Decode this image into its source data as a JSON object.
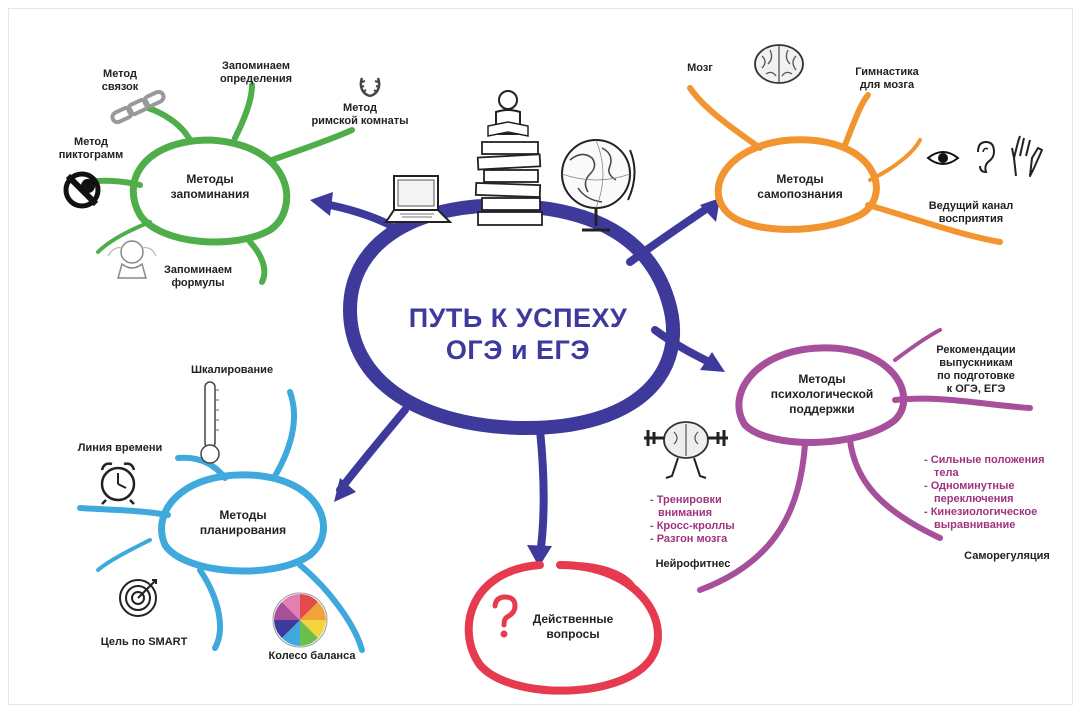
{
  "center": {
    "line1": "ПУТЬ К УСПЕХУ",
    "line2": "ОГЭ и ЕГЭ"
  },
  "colors": {
    "center": "#3d3a9c",
    "memory": "#4fae4a",
    "self": "#f29530",
    "planning": "#3fa9dd",
    "support": "#a64f9b",
    "questions": "#e63a4e"
  },
  "nodes": {
    "memory": {
      "line1": "Методы",
      "line2": "запоминания"
    },
    "self": {
      "line1": "Методы",
      "line2": "самопознания"
    },
    "planning": {
      "line1": "Методы",
      "line2": "планирования"
    },
    "support": {
      "line1": "Методы",
      "line2": "психологической",
      "line3": "поддержки"
    },
    "questions": {
      "line1": "Действенные",
      "line2": "вопросы"
    }
  },
  "memory_items": {
    "links": {
      "line1": "Метод",
      "line2": "связок"
    },
    "definitions": {
      "line1": "Запоминаем",
      "line2": "определения"
    },
    "roman": {
      "line1": "Метод",
      "line2": "римской комнаты"
    },
    "pictograms": {
      "line1": "Метод",
      "line2": "пиктограмм"
    },
    "formulas": {
      "line1": "Запоминаем",
      "line2": "формулы"
    }
  },
  "self_items": {
    "brain": "Мозг",
    "gym": {
      "line1": "Гимнастика",
      "line2": "для мозга"
    },
    "channel": {
      "line1": "Ведущий канал",
      "line2": "восприятия"
    }
  },
  "planning_items": {
    "scaling": "Шкалирование",
    "timeline": "Линия времени",
    "smart": "Цель по SMART",
    "wheel": "Колесо баланса"
  },
  "support_items": {
    "recommend": {
      "line1": "Рекомендации",
      "line2": "выпускникам",
      "line3": "по подготовке",
      "line4": "к ОГЭ, ЕГЭ"
    },
    "selfreg_list": [
      "- Сильные положения",
      "тела",
      "- Одноминутные",
      "переключения",
      "- Кинезиологическое",
      "выравнивание"
    ],
    "selfreg": "Саморегуляция",
    "fitness_list": [
      "- Тренировки",
      "внимания",
      "- Кросс-кроллы",
      "- Разгон мозга"
    ],
    "fitness": "Нейрофитнес"
  },
  "icons": [
    "laptop-icon",
    "books-reader-icon",
    "globe-icon",
    "chain-icon",
    "laurel-icon",
    "pictogram-icon",
    "formula-figure-icon",
    "brain-icon",
    "eye-icon",
    "ear-icon",
    "hand-icon",
    "thermometer-icon",
    "alarm-clock-icon",
    "target-icon",
    "balance-wheel-icon",
    "question-mark-icon",
    "brain-gym-icon"
  ]
}
